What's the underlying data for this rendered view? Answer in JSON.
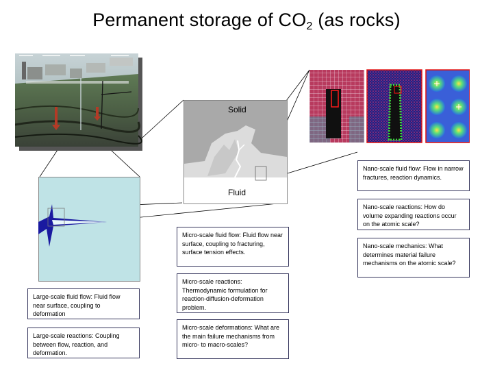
{
  "title": {
    "prefix": "Permanent storage of CO",
    "subscript": "2",
    "suffix": " (as rocks)"
  },
  "micro_panel": {
    "solid_label": "Solid",
    "fluid_label": "Fluid"
  },
  "captions": {
    "large_fluid_flow": "Large-scale fluid flow: Fluid flow near surface, coupling to deformation",
    "large_reactions": "Large-scale reactions: Coupling between flow, reaction, and deformation.",
    "micro_fluid_flow": "Micro-scale fluid flow: Fluid flow near surface, coupling to fracturing, surface tension effects.",
    "micro_reactions": "Micro-scale reactions: Thermodynamic formulation for reaction-diffusion-deformation problem.",
    "micro_deformations": "Micro-scale deformations: What are the main failure mechanisms from micro- to macro-scales?",
    "nano_fluid_flow": "Nano-scale fluid flow: Flow in narrow fractures, reaction dynamics.",
    "nano_reactions": "Nano-scale reactions: How do volume expanding reactions occur on the atomic scale?",
    "nano_mechanics": "Nano-scale mechanics: What determines material failure mechanisms on the atomic scale?"
  },
  "colors": {
    "zoom_panel_fill": "#bfe3e6",
    "fracture_blue": "#1a1aa0",
    "solid_gray": "#a9a9a9",
    "fluid_white": "#ffffff",
    "nano_red_frame": "#e01010"
  }
}
